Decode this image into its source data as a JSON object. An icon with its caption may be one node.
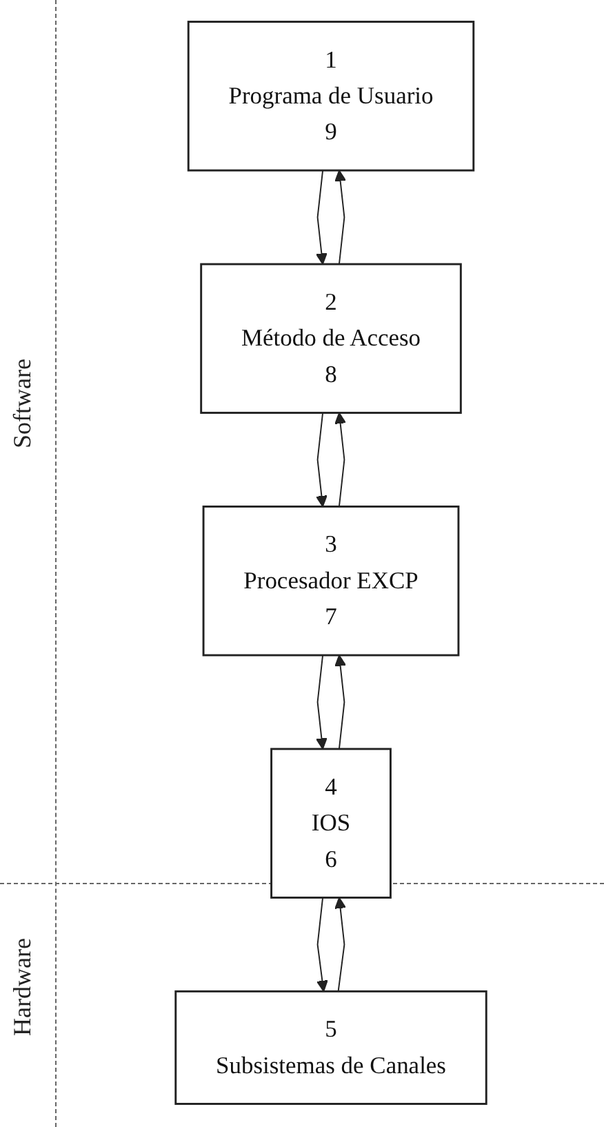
{
  "diagram": {
    "nodes": [
      {
        "text": [
          "1",
          "Programa de Usuario",
          "9"
        ]
      },
      {
        "text": [
          "2",
          "Método de Acceso",
          "8"
        ]
      },
      {
        "text": [
          "3",
          "Procesador EXCP",
          "7"
        ]
      },
      {
        "text": [
          "4",
          "IOS",
          "6"
        ]
      },
      {
        "text": [
          "5",
          "Subsistemas de Canales"
        ]
      }
    ],
    "edges": [
      {
        "from": 0,
        "to": 1,
        "arrow": "to"
      },
      {
        "from": 1,
        "to": 2,
        "arrow": "to"
      },
      {
        "from": 2,
        "to": 3,
        "arrow": "to"
      },
      {
        "from": 3,
        "to": 4,
        "arrow": "to"
      },
      {
        "from": 4,
        "to": 3,
        "arrow": "to"
      },
      {
        "from": 3,
        "to": 2,
        "arrow": "to"
      },
      {
        "from": 2,
        "to": 1,
        "arrow": "to"
      },
      {
        "from": 1,
        "to": 0,
        "arrow": "to"
      }
    ],
    "labels": [
      "Software",
      "Hardware"
    ]
  }
}
